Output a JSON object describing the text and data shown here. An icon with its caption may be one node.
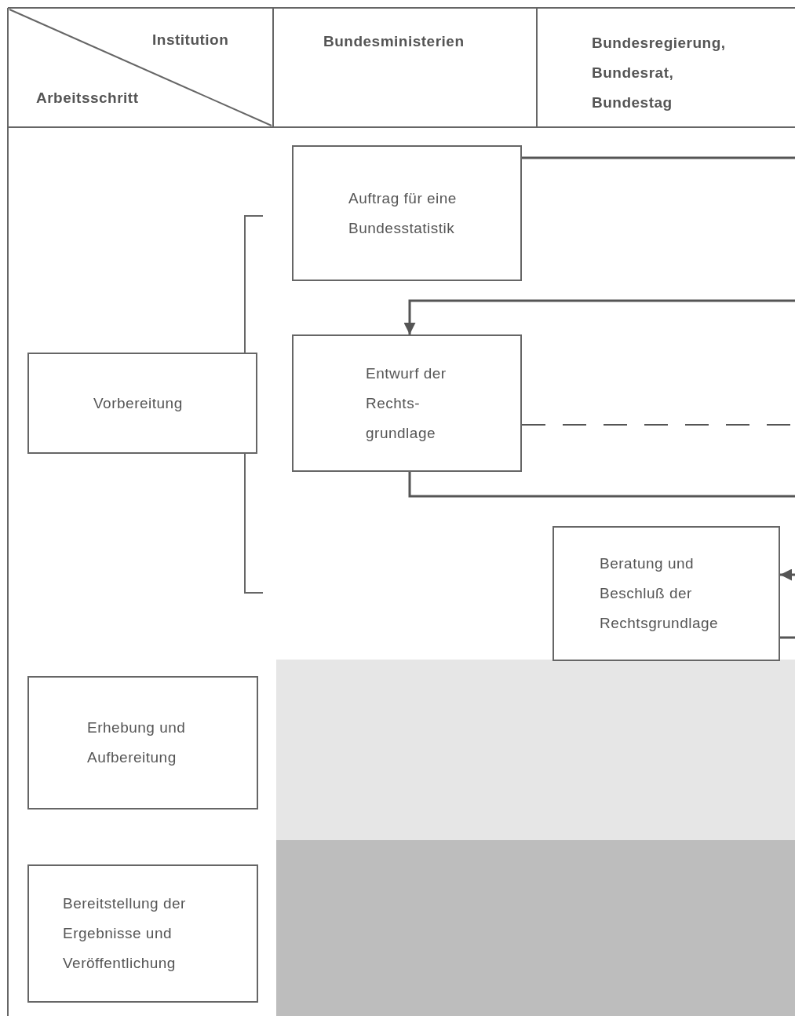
{
  "diagram": {
    "nodes": [
      {
        "text": [
          "Vorbereitung"
        ]
      },
      {
        "text": [
          "Erhebung und Aufbereitung"
        ]
      },
      {
        "text": [
          "Bereitstellung der Ergebnisse und Veröffentlichung"
        ]
      },
      {
        "text": [
          "Auftrag für eine Bundesstatistik"
        ]
      },
      {
        "text": [
          "Entwurf der Rechts- grundlage"
        ]
      },
      {
        "text": [
          "Beratung und Beschluß der Rechtsgrundlage"
        ]
      },
      {
        "text": [],
        "shape": "box"
      },
      {
        "text": [],
        "shape": "box"
      }
    ],
    "edges": [
      {
        "from": 3,
        "to": null,
        "arrow": "none"
      },
      {
        "from": null,
        "to": 4,
        "arrow": "to"
      },
      {
        "from": 4,
        "to": null,
        "arrow": "none",
        "style": "dashed"
      },
      {
        "from": 4,
        "to": null,
        "arrow": "none"
      },
      {
        "from": null,
        "to": 5,
        "arrow": "to"
      },
      {
        "from": 5,
        "to": null,
        "arrow": "none"
      }
    ],
    "labels": [
      "Institution",
      "Arbeitsschritt",
      "Bundesministerien",
      "Bundesregierung, Bundesrat, Bundestag"
    ]
  }
}
